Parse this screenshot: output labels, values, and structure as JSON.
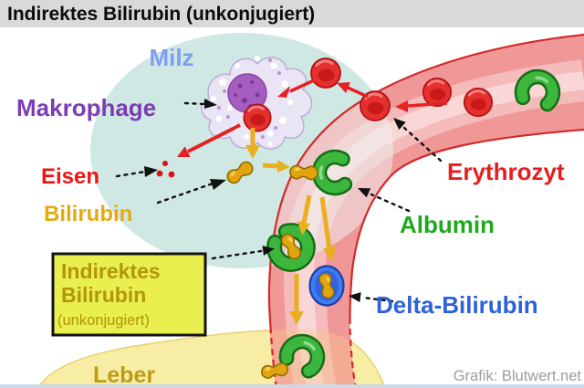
{
  "title": "Indirektes Bilirubin (unkonjugiert)",
  "labels": {
    "spleen": "Milz",
    "macrophage": "Makrophage",
    "iron": "Eisen",
    "bilirubin": "Bilirubin",
    "erythrocyte": "Erythrozyt",
    "albumin": "Albumin",
    "delta_bilirubin": "Delta-Bilirubin",
    "liver": "Leber"
  },
  "callout_box": {
    "line1": "Indirektes",
    "line2": "Bilirubin",
    "line3": "(unkonjugiert)"
  },
  "credit": "Grafik: Blutwert.net",
  "colors": {
    "title_text": "#0b0b0b",
    "title_bar_bg": "#d9d9d9",
    "spleen_fill": "#cfe8e4",
    "vessel_fill": "#f09898",
    "vessel_border": "#d22a2a",
    "erythrocyte_red": "#e63030",
    "albumin_green": "#3cb63c",
    "bilirubin_gold": "#e2a50e",
    "delta_blue": "#3f7df2",
    "macrophage_purple": "#a55ec0",
    "liver_yellow": "#f8eda5",
    "label_milz": "#7e9ff2",
    "label_makrophage": "#7e3cb4",
    "label_eisen": "#ee1515",
    "label_bilirubin": "#e5ab0e",
    "label_erythrozyt": "#e81e1e",
    "label_albumin": "#1fa91f",
    "label_delta": "#2d62d8",
    "label_leber": "#bb9c14",
    "box_bg": "#e9ef4e",
    "box_text": "#b3950a",
    "credit_gray": "#9c9c9c"
  }
}
